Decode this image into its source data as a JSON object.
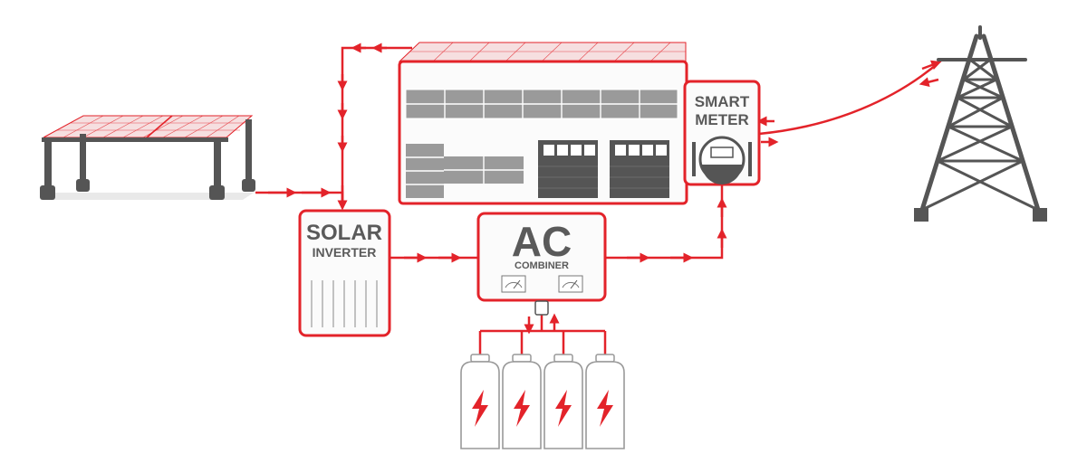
{
  "colors": {
    "accent": "#e3232a",
    "panel_fill": "#f6dfe0",
    "structure": "#555555",
    "light_gray": "#9a9a9a",
    "box_fill": "#fbfbfb"
  },
  "icons": [
    "solar-carport-icon",
    "rooftop-solar-building-icon",
    "smart-meter-icon",
    "power-tower-icon",
    "battery-icon",
    "lightning-bolt-icon",
    "gauge-icon",
    "arrow-icon"
  ],
  "labels": {
    "inverter_line1": "SOLAR",
    "inverter_line2": "INVERTER",
    "combiner_title": "AC",
    "combiner_subtitle": "COMBINER",
    "meter_line1": "SMART",
    "meter_line2": "METER"
  },
  "battery_count": 4
}
